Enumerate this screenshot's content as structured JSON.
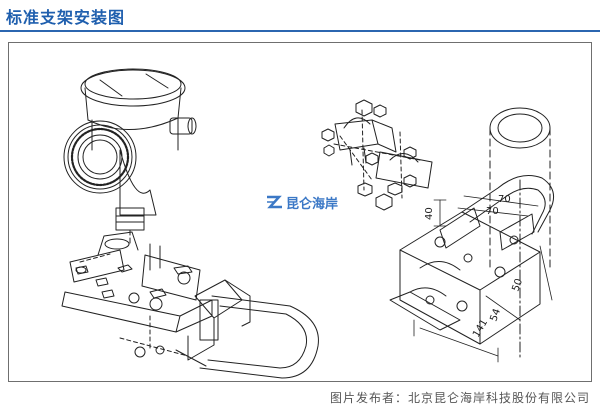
{
  "header": {
    "title": "标准支架安装图"
  },
  "logo": {
    "text": "昆仑海岸"
  },
  "dimensions": {
    "d40": "40",
    "d70a": "70",
    "d70b": "70",
    "d50": "50",
    "d54": "54",
    "d141": "141"
  },
  "credit": {
    "text": "图片发布者：北京昆仑海岸科技股份有限公司"
  },
  "colors": {
    "title": "#1f5fae",
    "rule": "#2b66b0",
    "logo": "#3b78c6",
    "line": "#222222"
  }
}
